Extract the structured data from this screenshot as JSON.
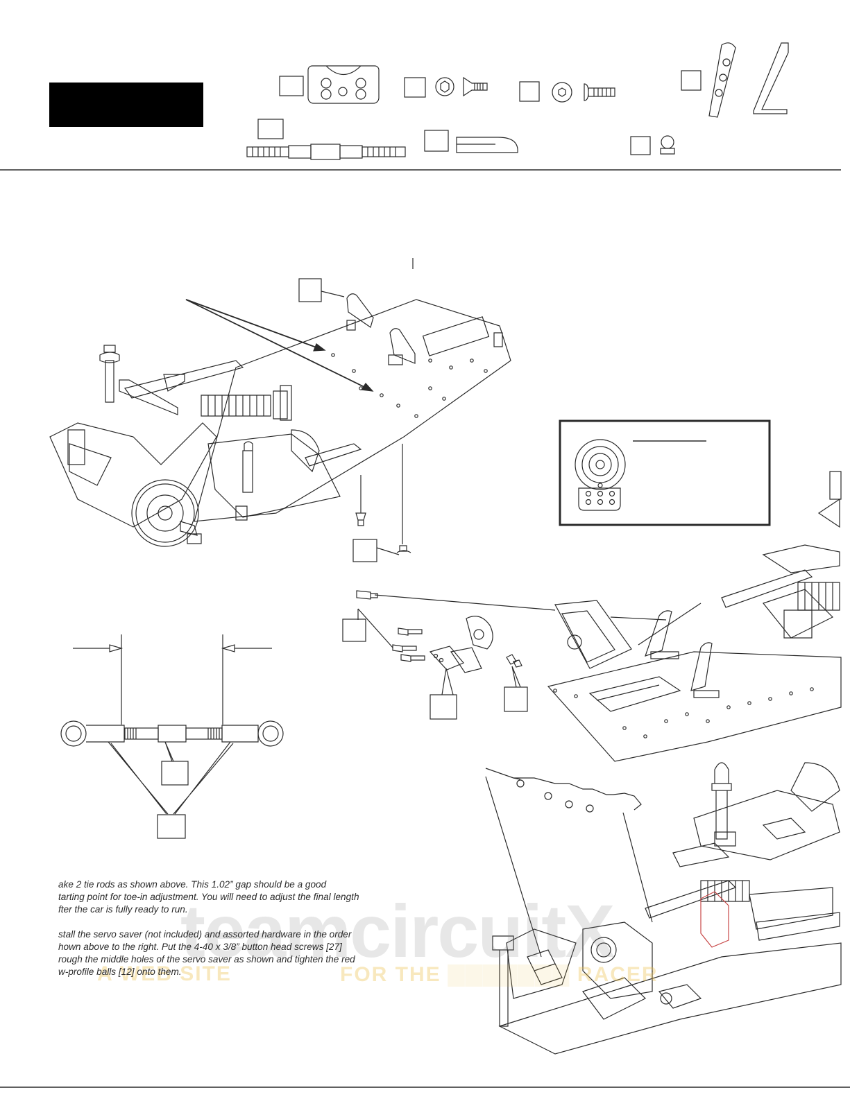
{
  "instructions": {
    "paragraph1": [
      "ake 2 tie rods as shown above. This 1.02” gap should be a good",
      "tarting point for toe-in adjustment. You will need to adjust the final length",
      "fter the car is fully ready to run."
    ],
    "paragraph2": [
      "stall the servo saver (not included) and assorted hardware in the order",
      "hown above to the right. Put the 4-40 x 3/8” button head screws [27]",
      " rough the middle holes of the servo saver as shown and tighten the red",
      " w-profile balls [12] onto them."
    ]
  },
  "watermark": {
    "logo": "teamcircuitX",
    "tagline_left": "A WEB SITE",
    "tagline_right": "FOR THE",
    "tagline_end": "RACER"
  },
  "colors": {
    "line": "#2a2a2a",
    "fill": "#ffffff",
    "title_block": "#000000",
    "watermark_red": "#dc3c3c"
  }
}
